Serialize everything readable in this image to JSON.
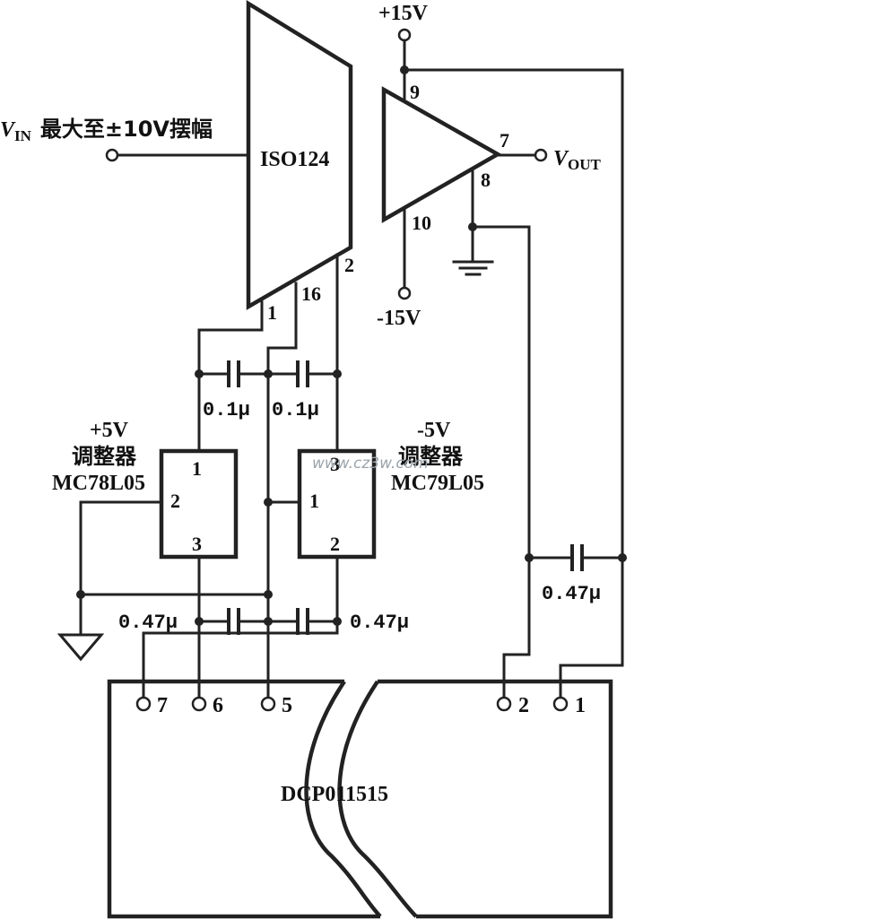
{
  "input": {
    "v": "V",
    "sub": "IN",
    "desc": "最大至±10V摆幅"
  },
  "iso": {
    "name": "ISO124",
    "pin1": "1",
    "pin16": "16",
    "pin2": "2"
  },
  "opamp": {
    "pin9": "9",
    "pin7": "7",
    "pin8": "8",
    "pin10": "10"
  },
  "output": {
    "v": "V",
    "sub": "OUT"
  },
  "supply": {
    "pos": "+15V",
    "neg": "-15V"
  },
  "caps": {
    "c1": "0.1μ",
    "c2": "0.1μ",
    "c3": "0.47μ",
    "c4": "0.47μ",
    "c5": "0.47μ"
  },
  "reg_pos": {
    "volt": "+5V",
    "label": "调整器",
    "part": "MC78L05",
    "pin1": "1",
    "pin2": "2",
    "pin3": "3"
  },
  "reg_neg": {
    "volt": "-5V",
    "label": "调整器",
    "part": "MC79L05",
    "pin_top": "3",
    "pin1": "1",
    "pin2": "2"
  },
  "dcp": {
    "name": "DCP011515",
    "pin7": "7",
    "pin6": "6",
    "pin5": "5",
    "pin2": "2",
    "pin1": "1"
  },
  "watermark": "www.cz3w.com"
}
